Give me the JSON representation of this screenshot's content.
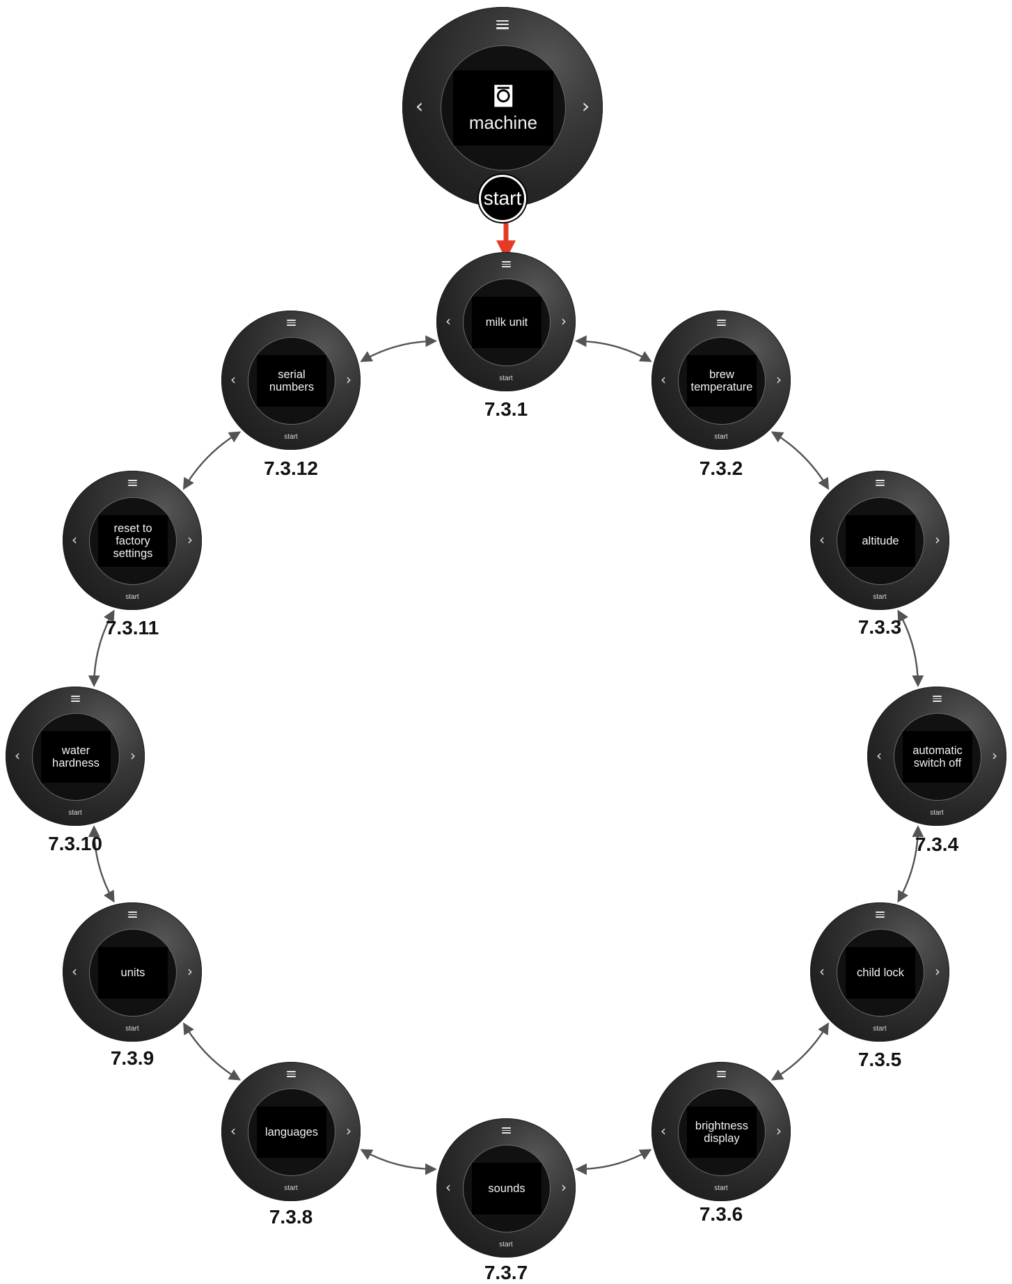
{
  "root": {
    "label": "machine",
    "icon": "coffee-machine-icon",
    "start_label": "start"
  },
  "start_label": "start",
  "nodes": [
    {
      "id": "7.3.1",
      "label": "milk unit"
    },
    {
      "id": "7.3.2",
      "label": "brew\ntemperature"
    },
    {
      "id": "7.3.3",
      "label": "altitude"
    },
    {
      "id": "7.3.4",
      "label": "automatic\nswitch off"
    },
    {
      "id": "7.3.5",
      "label": "child lock"
    },
    {
      "id": "7.3.6",
      "label": "brightness\ndisplay"
    },
    {
      "id": "7.3.7",
      "label": "sounds"
    },
    {
      "id": "7.3.8",
      "label": "languages"
    },
    {
      "id": "7.3.9",
      "label": "units"
    },
    {
      "id": "7.3.10",
      "label": "water\nhardness"
    },
    {
      "id": "7.3.11",
      "label": "reset to\nfactory\nsettings"
    },
    {
      "id": "7.3.12",
      "label": "serial\nnumbers"
    }
  ],
  "colors": {
    "entry_arrow": "#e53a26",
    "link_arrow": "#505550"
  }
}
